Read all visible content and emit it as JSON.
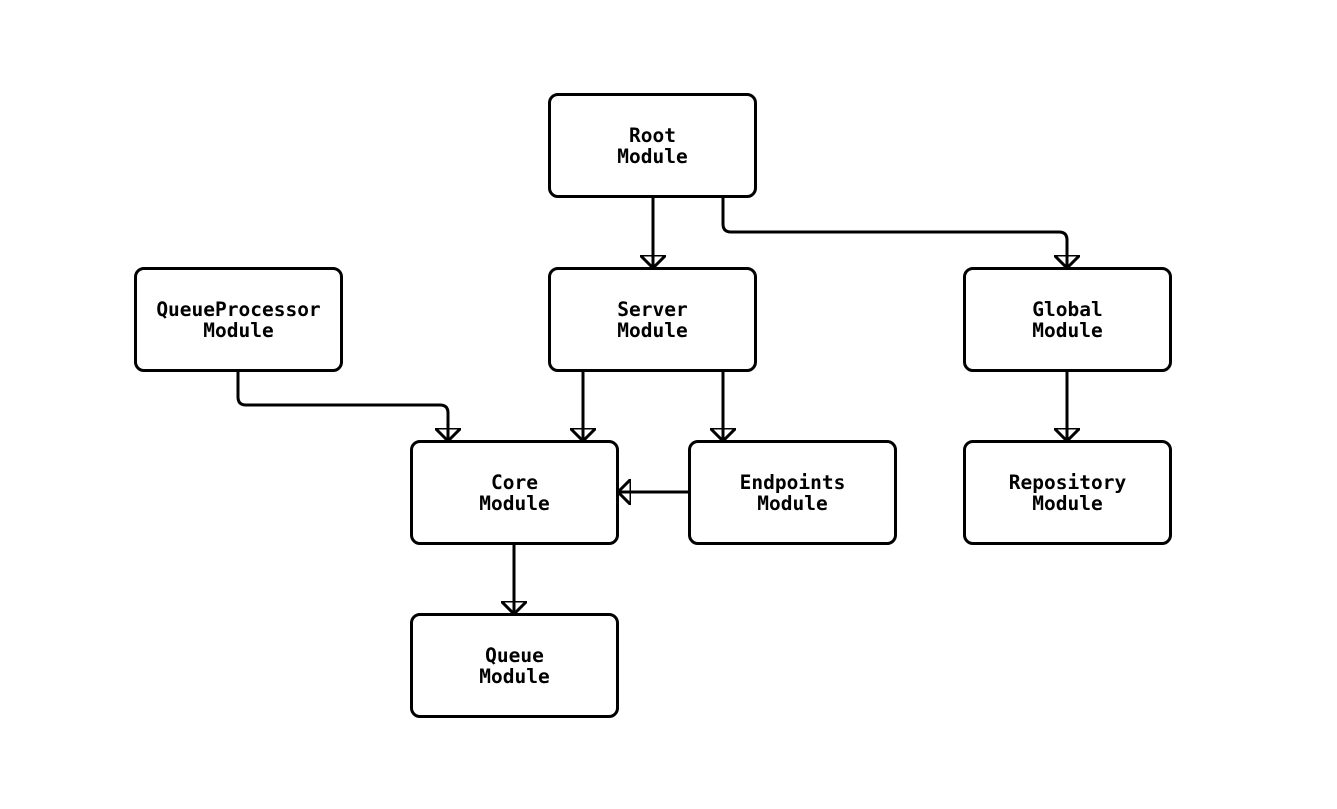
{
  "diagram": {
    "type": "flowchart",
    "background_color": "#ffffff",
    "node_fill_color": "#ffffff",
    "node_border_color": "#000000",
    "text_color": "#000000",
    "arrow_color": "#000000",
    "nodes": {
      "root": {
        "label": "Root\nModule"
      },
      "queueprocessor": {
        "label": "QueueProcessor\nModule"
      },
      "server": {
        "label": "Server\nModule"
      },
      "global": {
        "label": "Global\nModule"
      },
      "core": {
        "label": "Core\nModule"
      },
      "endpoints": {
        "label": "Endpoints\nModule"
      },
      "repository": {
        "label": "Repository\nModule"
      },
      "queue": {
        "label": "Queue\nModule"
      }
    },
    "edges": [
      {
        "from": "root",
        "to": "server"
      },
      {
        "from": "root",
        "to": "global"
      },
      {
        "from": "queueprocessor",
        "to": "core"
      },
      {
        "from": "server",
        "to": "core"
      },
      {
        "from": "server",
        "to": "endpoints"
      },
      {
        "from": "endpoints",
        "to": "core"
      },
      {
        "from": "global",
        "to": "repository"
      },
      {
        "from": "core",
        "to": "queue"
      }
    ]
  }
}
